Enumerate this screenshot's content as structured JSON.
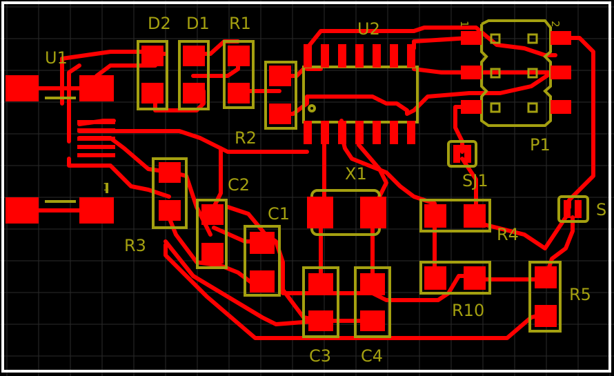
{
  "colors": {
    "background": "#000000",
    "copper": "#ff0000",
    "silk": "#a4a010",
    "grid": "#2b2b2b",
    "outline": "#ffffff"
  },
  "labels": {
    "u1": "U1",
    "d2": "D2",
    "d1": "D1",
    "r1": "R1",
    "r2": "R2",
    "u2": "U2",
    "p1": "P1",
    "sj1": "SJ1",
    "x1": "X1",
    "c2": "C2",
    "c1": "C1",
    "r3": "R3",
    "r4": "R4",
    "r10": "R10",
    "r5": "R5",
    "c3": "C3",
    "c4": "C4",
    "s": "S"
  },
  "pin_markers": {
    "p1_pin1": "1",
    "p1_pin2": "2",
    "u1_pin1": "1"
  }
}
